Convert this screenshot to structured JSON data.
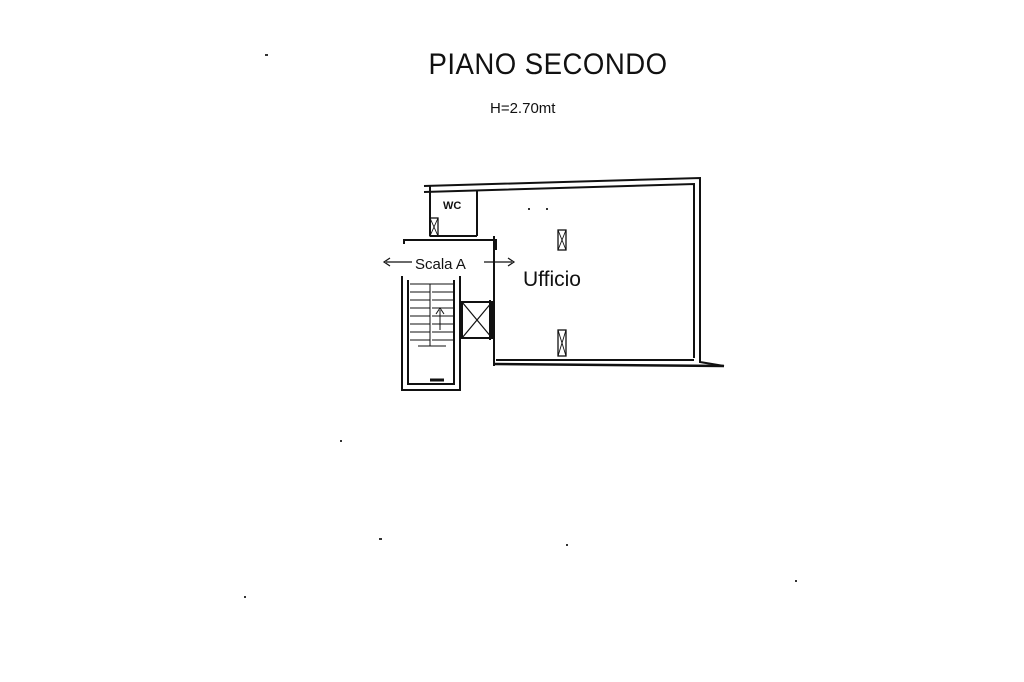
{
  "plan": {
    "title": "PIANO SECONDO",
    "height_note": "H=2.70mt",
    "rooms": {
      "wc": "WC",
      "stair": "Scala A",
      "office": "Ufficio"
    }
  }
}
